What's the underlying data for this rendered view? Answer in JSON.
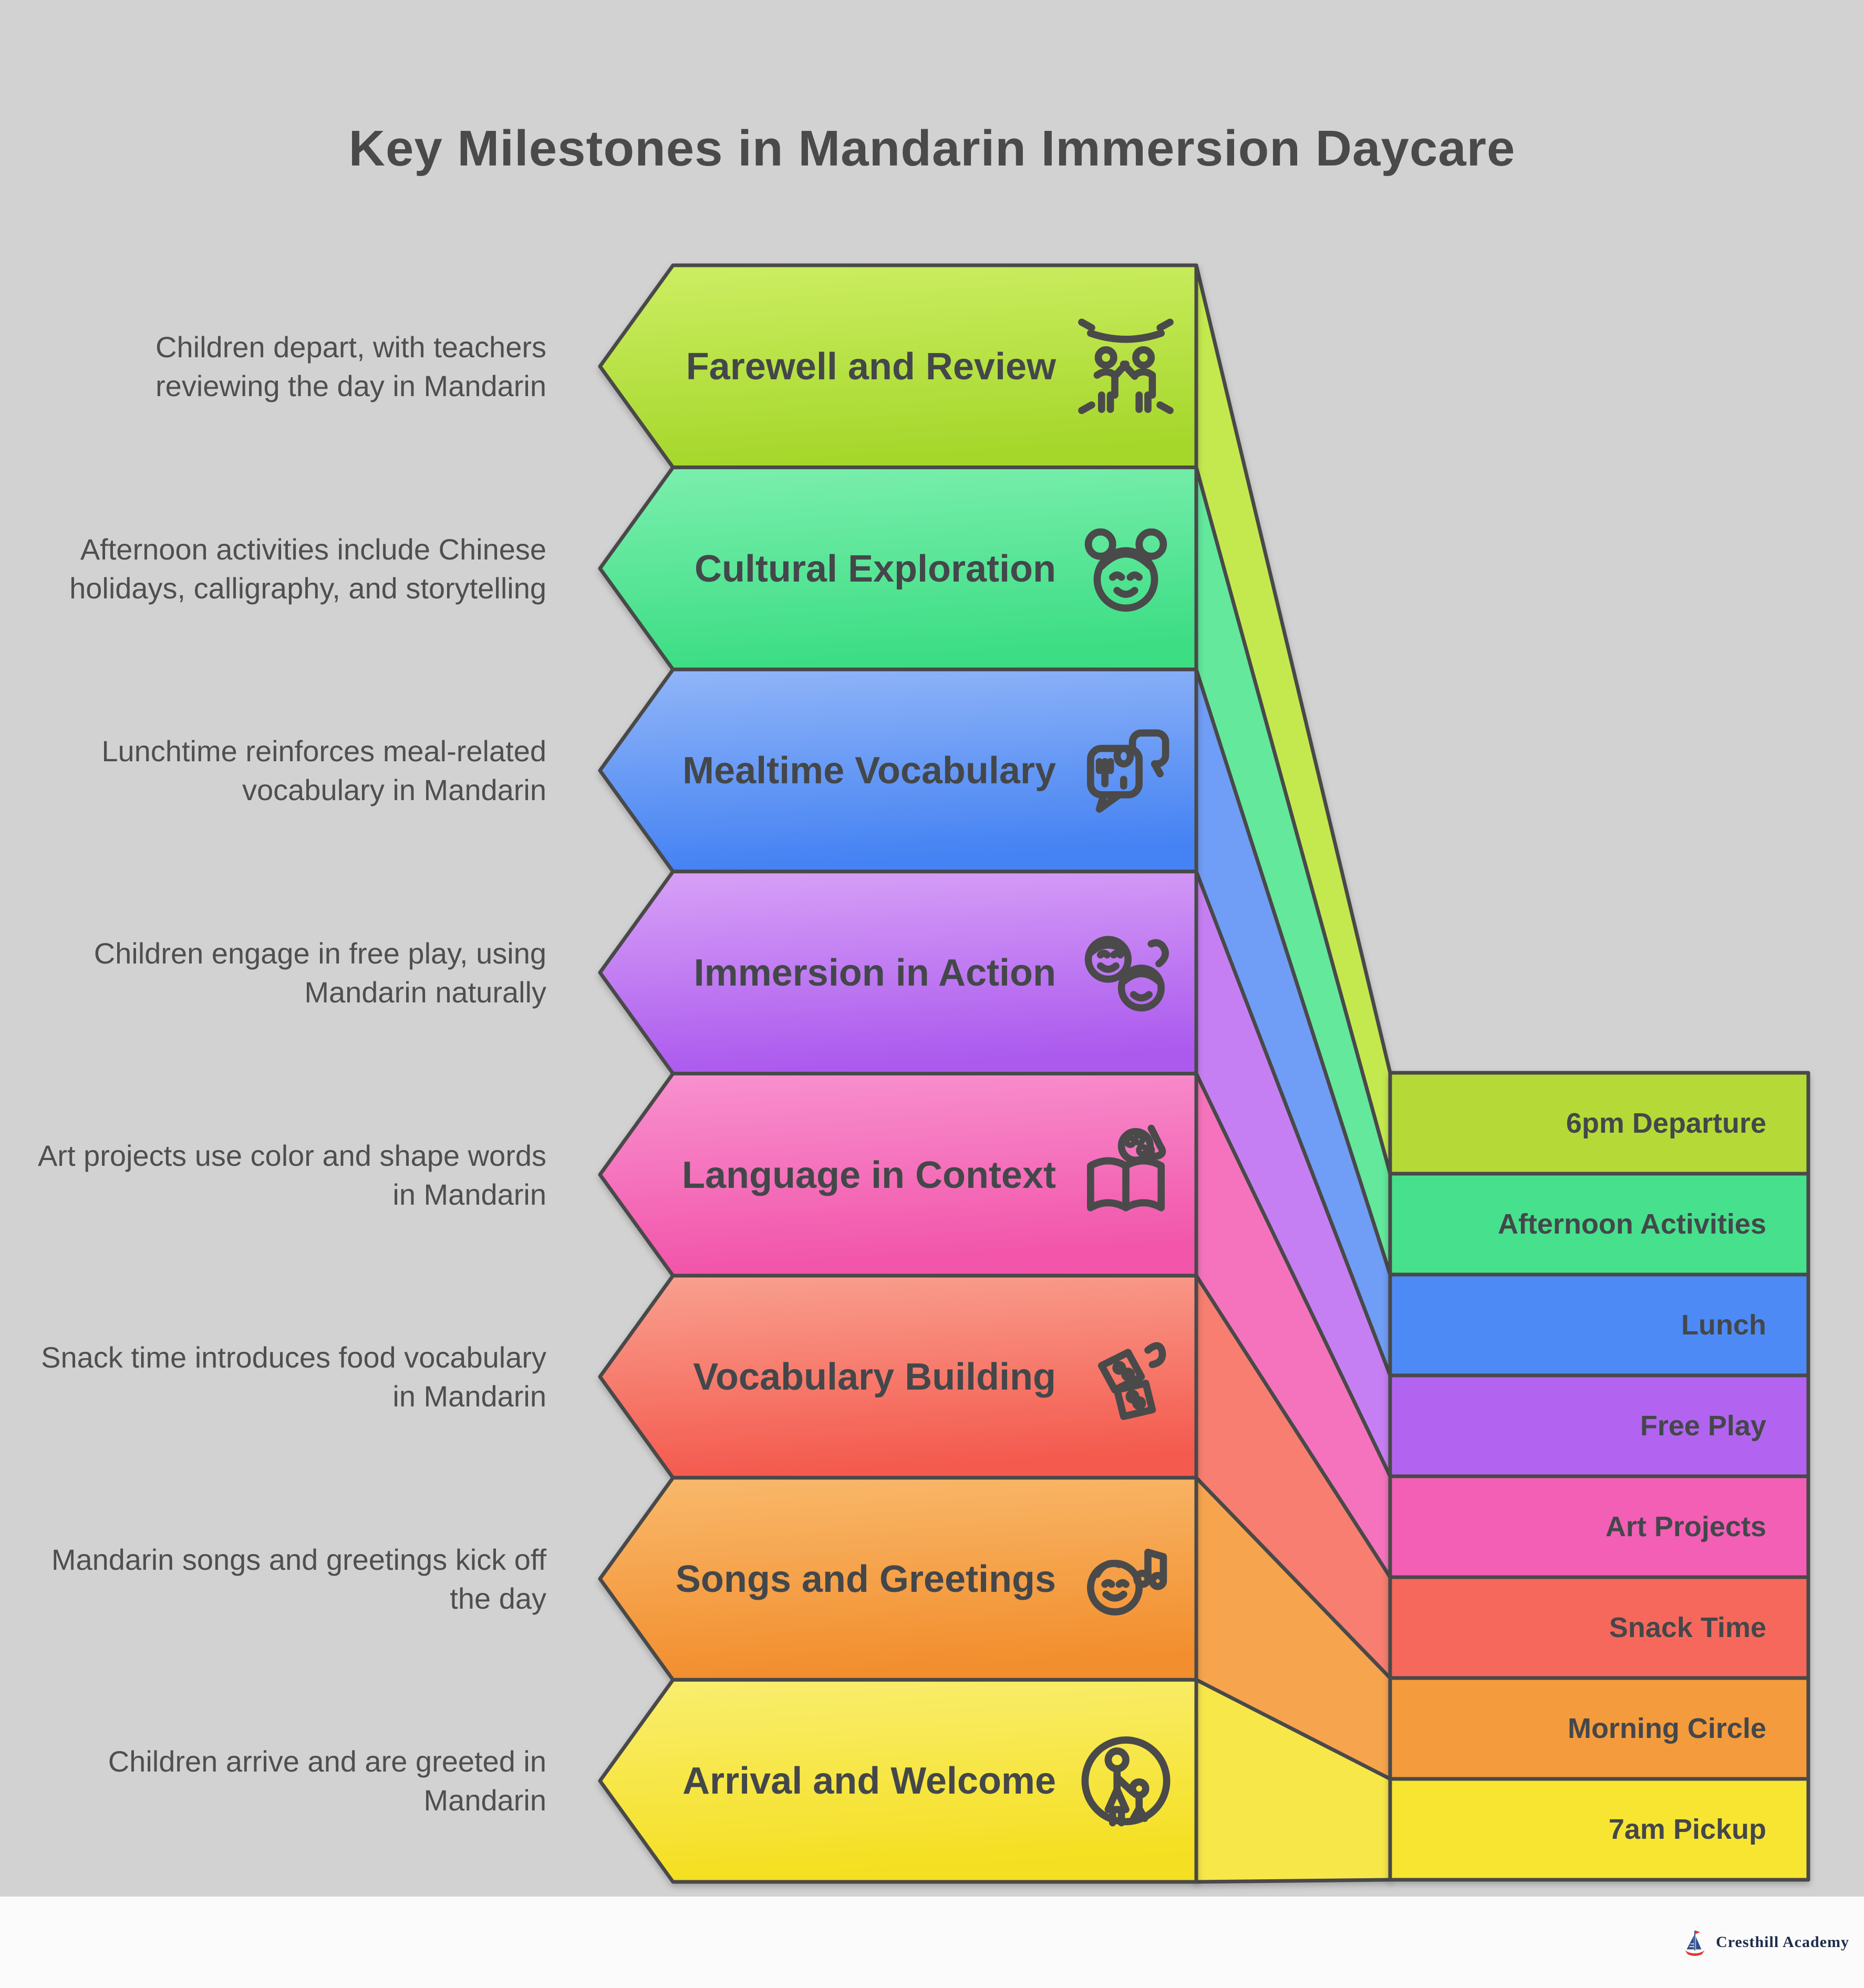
{
  "title": "Key Milestones in Mandarin Immersion Daycare",
  "milestones": [
    {
      "title": "Farewell and Review",
      "description": "Children depart, with teachers reviewing the day in Mandarin",
      "schedule": "6pm Departure",
      "icon": "farewell-children-icon",
      "banner_top": "#cdee63",
      "banner_bottom": "#a5d72b",
      "ribbon": "#c4e94f",
      "box": "#b5da37"
    },
    {
      "title": "Cultural Exploration",
      "description": "Afternoon activities include Chinese holidays, calligraphy, and storytelling",
      "schedule": "Afternoon Activities",
      "icon": "girl-face-icon",
      "banner_top": "#7cefae",
      "banner_bottom": "#3cdd84",
      "ribbon": "#63e89c",
      "box": "#46e08d"
    },
    {
      "title": "Mealtime Vocabulary",
      "description": "Lunchtime reinforces meal-related vocabulary in Mandarin",
      "schedule": "Lunch",
      "icon": "mealtime-chat-icon",
      "banner_top": "#92b6f8",
      "banner_bottom": "#4482f3",
      "ribbon": "#6f9df6",
      "box": "#4e8af5"
    },
    {
      "title": "Immersion in Action",
      "description": "Children engage in free play, using Mandarin naturally",
      "schedule": "Free Play",
      "icon": "two-children-icon",
      "banner_top": "#d8a2f7",
      "banner_bottom": "#ac5aee",
      "ribbon": "#c67ff3",
      "box": "#b263f0"
    },
    {
      "title": "Language in Context",
      "description": "Art projects use color and shape words in Mandarin",
      "schedule": "Art Projects",
      "icon": "book-palette-icon",
      "banner_top": "#f892d0",
      "banner_bottom": "#f254a9",
      "ribbon": "#f573bd",
      "box": "#f25fb5"
    },
    {
      "title": "Vocabulary Building",
      "description": "Snack time introduces food vocabulary in Mandarin",
      "schedule": "Snack Time",
      "icon": "blocks-dice-icon",
      "banner_top": "#f9a190",
      "banner_bottom": "#f45a4e",
      "ribbon": "#f77e6f",
      "box": "#f6685c"
    },
    {
      "title": "Songs and Greetings",
      "description": "Mandarin songs and greetings kick off the day",
      "schedule": "Morning Circle",
      "icon": "singing-child-icon",
      "banner_top": "#f9b96c",
      "banner_bottom": "#f28e2d",
      "ribbon": "#f6a44e",
      "box": "#f49b3e"
    },
    {
      "title": "Arrival and Welcome",
      "description": "Children arrive and are greeted in Mandarin",
      "schedule": "7am Pickup",
      "icon": "parent-child-icon",
      "banner_top": "#f9ee70",
      "banner_bottom": "#f5df20",
      "ribbon": "#f7e748",
      "box": "#f7e532"
    }
  ],
  "footer": {
    "brand": "Cresthill Academy"
  },
  "colors": {
    "background": "#d2d2d2",
    "stroke": "#4a4a4a",
    "text": "#4f4f4f",
    "footer_bg": "#fbfbfb",
    "logo_navy": "#2d4f8e",
    "logo_red": "#e23b30",
    "logo_text": "#1c2b4a"
  }
}
